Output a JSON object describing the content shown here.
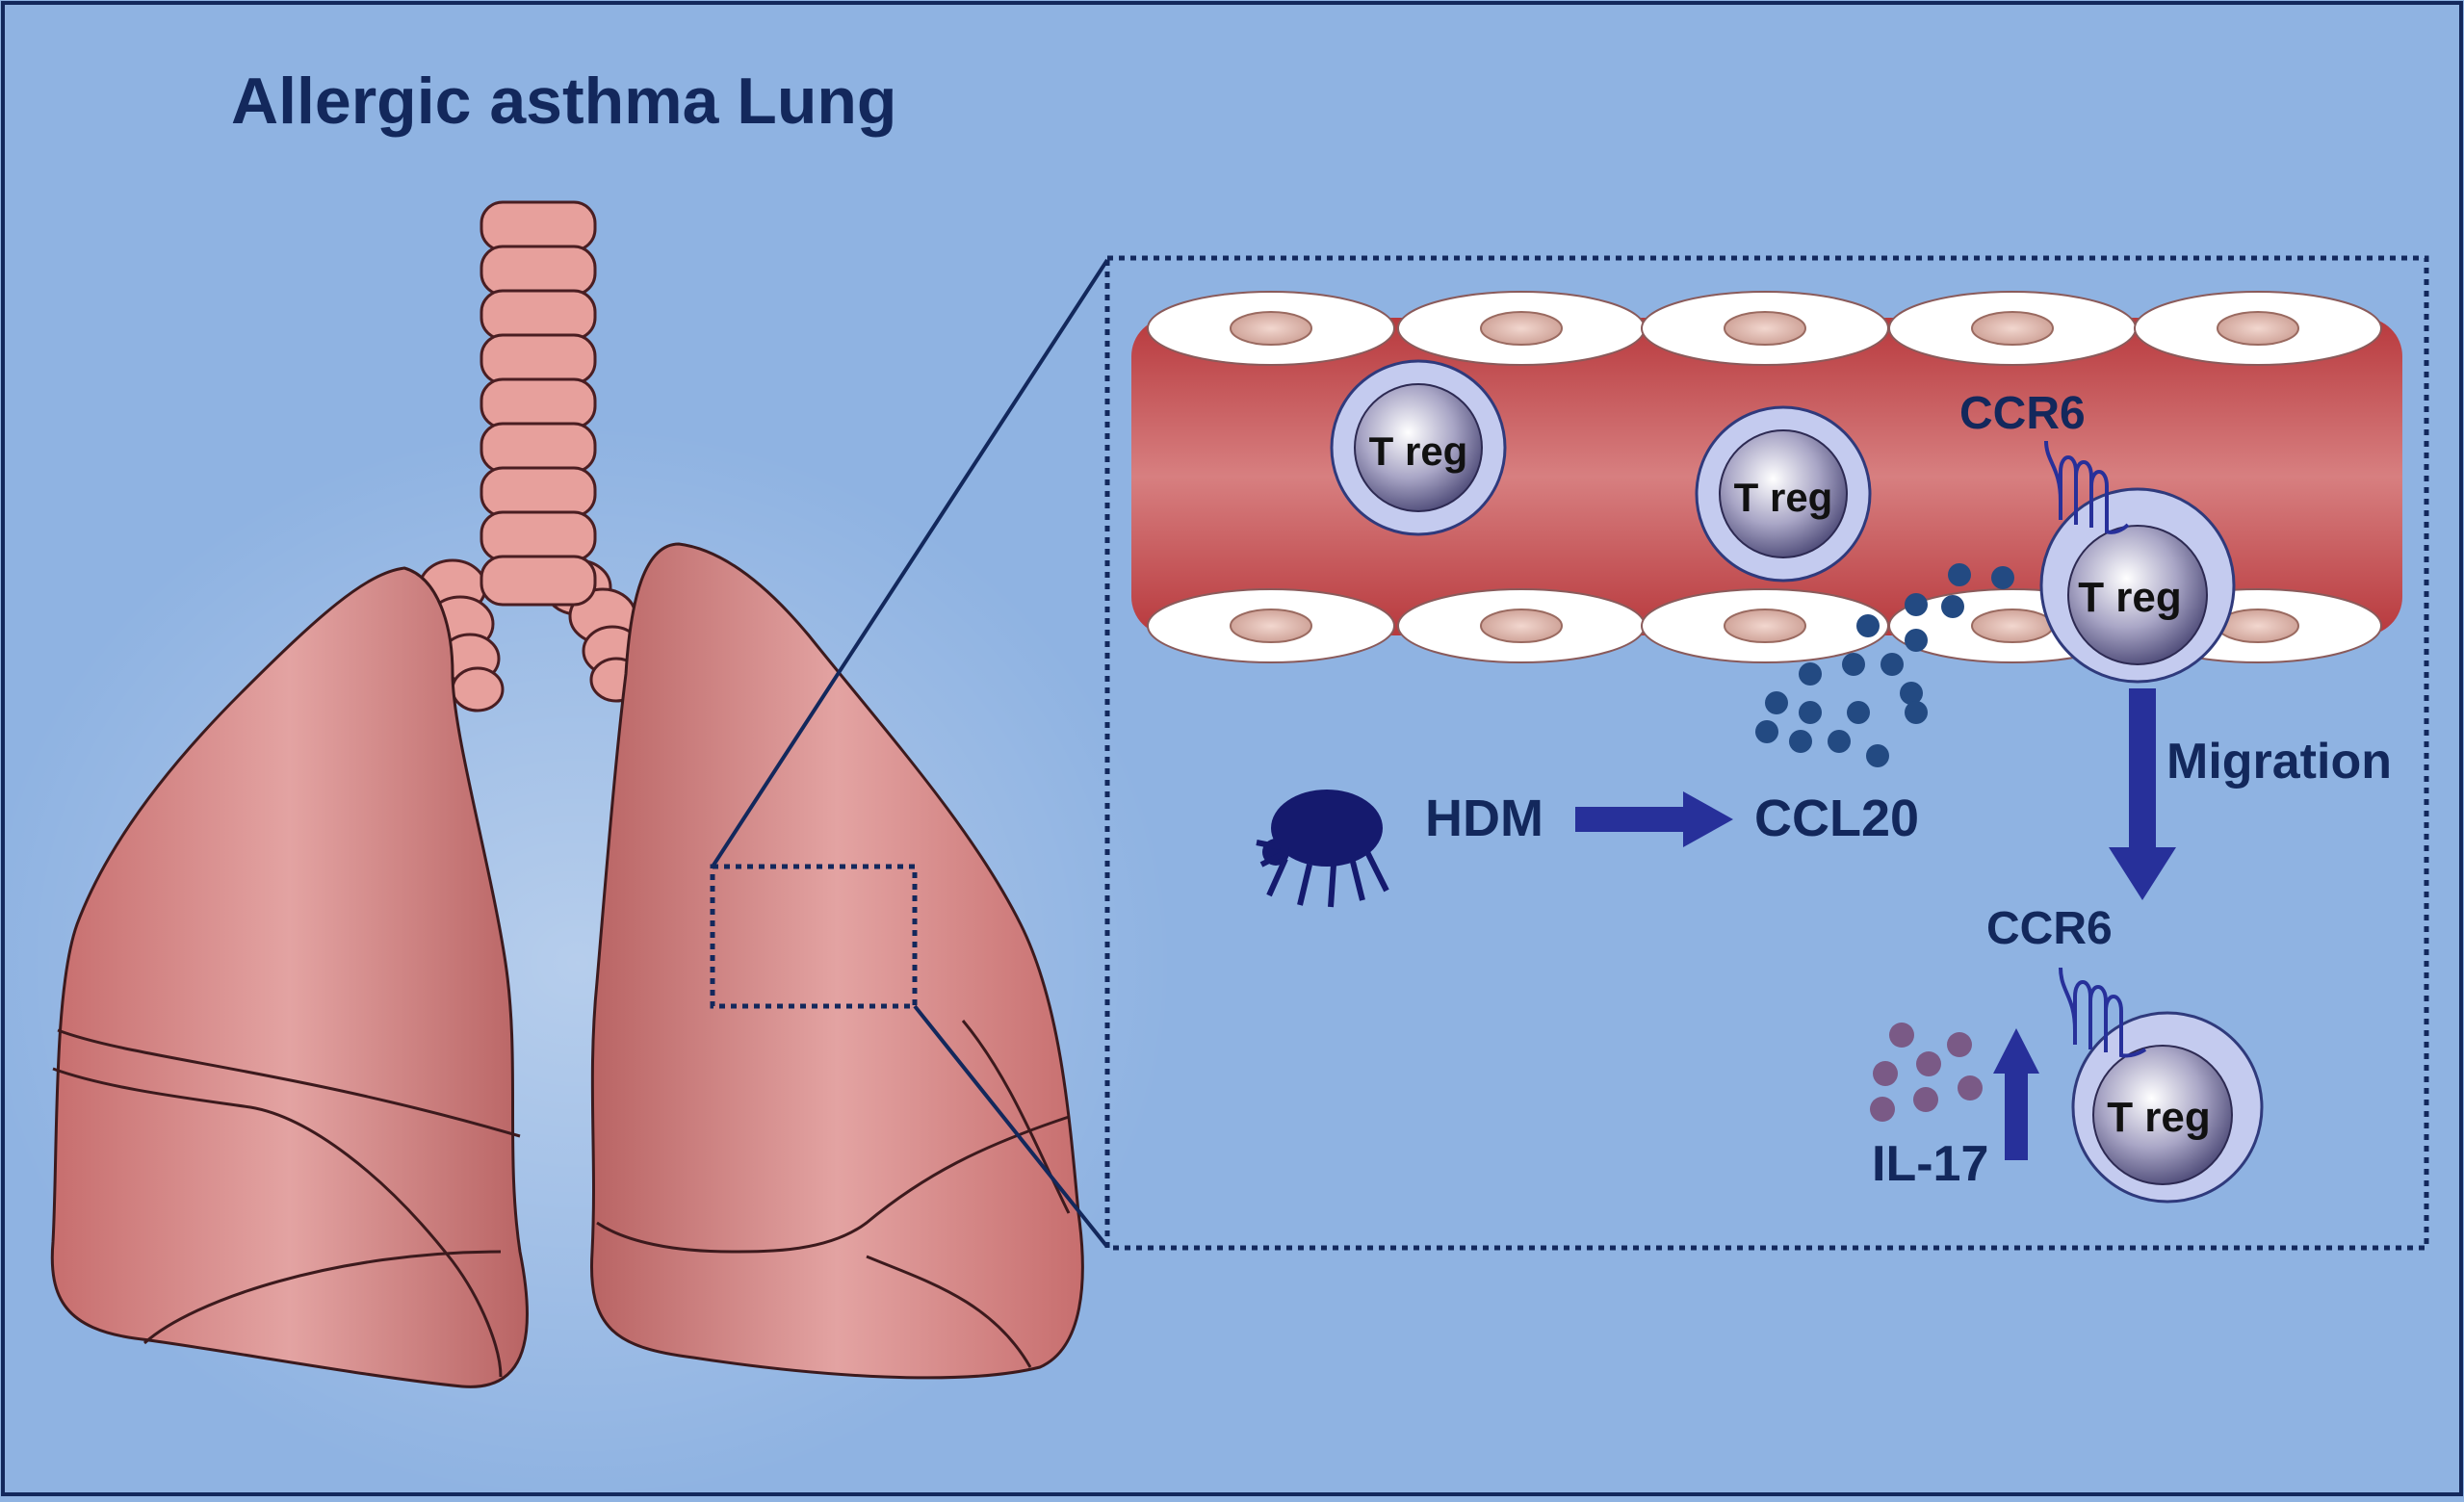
{
  "title": "Allergic asthma Lung",
  "labels": {
    "treg": "T reg",
    "ccr6": "CCR6",
    "migration": "Migration",
    "hdm": "HDM",
    "ccl20": "CCL20",
    "il17": "IL-17"
  },
  "colors": {
    "background": "#8fb3e2",
    "text": "#13285c",
    "arrow": "#27309a",
    "vessel": "#c85a5e",
    "lung": "#d98d8c",
    "chemokine": "#234a82",
    "cytokine": "#7a5a86",
    "treg_nucleus": "#6c6a92",
    "treg_membrane": "#c4cbef"
  },
  "icons": {
    "allergen": "dust-mite-icon"
  }
}
